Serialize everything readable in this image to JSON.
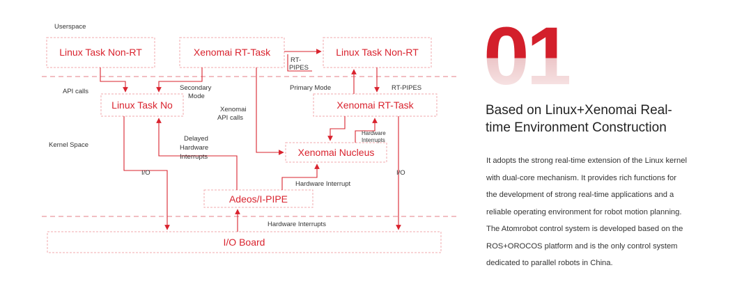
{
  "diagram": {
    "zones": {
      "userspace": "Userspace",
      "api_calls": "API calls",
      "kernel_space": "Kernel Space"
    },
    "boxes": {
      "linux_task_nonrt_left": "Linux Task Non-RT",
      "xenomai_rt_task_top": "Xenomai RT-Task",
      "linux_task_nonrt_right": "Linux Task Non-RT",
      "linux_task_no": "Linux Task No",
      "xenomai_rt_task_mid": "Xenomai RT-Task",
      "xenomai_nucleus": "Xenomai Nucleus",
      "adeos_ipipe": "Adeos/I-PIPE",
      "io_board": "I/O Board"
    },
    "labels": {
      "rt_pipes_1": "RT-",
      "rt_pipes_2": "PIPES",
      "secondary_mode_1": "Secondary",
      "secondary_mode_2": "Mode",
      "primary_mode": "Primary Mode",
      "rt_pipes_right": "RT-PIPES",
      "xenomai_api_1": "Xenomai",
      "xenomai_api_2": "API calls",
      "hw_interrupts_small_1": "Hardware",
      "hw_interrupts_small_2": "Interrupts",
      "delayed_1": "Delayed",
      "delayed_2": "Hardware",
      "delayed_3": "Interrupts",
      "io_left": "I/O",
      "io_right": "I/O",
      "hardware_interrupt": "Hardware Interrupt",
      "hardware_interrupts_bottom": "Hardware Interrupts"
    }
  },
  "section": {
    "number": "01",
    "heading_line1": "Based on Linux+Xenomai Real-",
    "heading_line2": "time Environment Construction",
    "body_lines": [
      "It adopts the strong real-time extension of the Linux kernel",
      "with dual-core mechanism. It provides rich functions for",
      "the development of strong real-time applications and a",
      "reliable operating environment for robot motion planning.",
      "The Atomrobot control system is developed based on the",
      "ROS+OROCOS platform and is the only control system",
      "dedicated to parallel robots in China."
    ]
  },
  "colors": {
    "accent": "#d9232e",
    "box_border": "#f2a8ad",
    "text": "#333333"
  }
}
